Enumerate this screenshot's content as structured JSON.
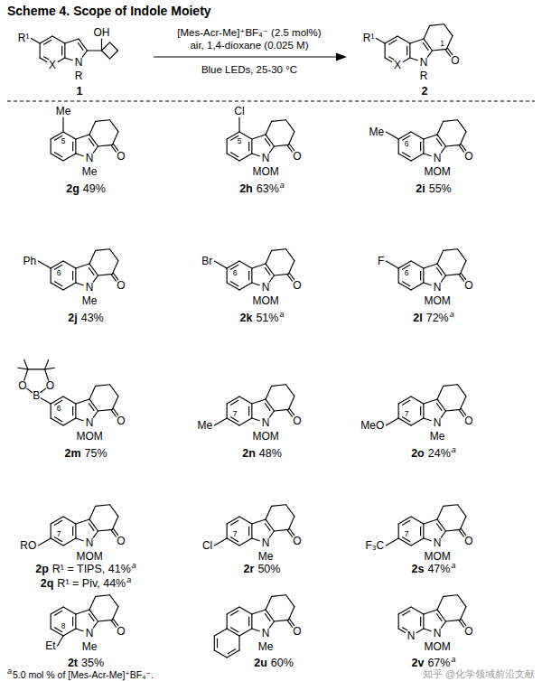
{
  "diagram": {
    "title": "Scheme 4. Scope of Indole Moiety",
    "labels": [
      "R¹",
      "X",
      "N",
      "R",
      "OH",
      "1",
      "[Mes-Acr-Me]⁺BF₄⁻ (2.5 mol%)",
      "air, 1,4-dioxane (0.025 M)",
      "Blue LEDs, 25-30 °C",
      "R¹",
      "X",
      "1",
      "N",
      "R",
      "O",
      "2",
      "5",
      "Me",
      "N",
      "Me",
      "O",
      "2g",
      "49%",
      "5",
      "Cl",
      "N",
      "MOM",
      "O",
      "2h",
      "63%",
      "a",
      "6",
      "Me",
      "N",
      "MOM",
      "O",
      "2i",
      "55%",
      "6",
      "Ph",
      "N",
      "Me",
      "O",
      "2j",
      "43%",
      "6",
      "Br",
      "N",
      "MOM",
      "O",
      "2k",
      "51%",
      "a",
      "6",
      "F",
      "N",
      "MOM",
      "O",
      "2l",
      "72%",
      "a",
      "6",
      "O",
      "B",
      "O",
      "N",
      "MOM",
      "O",
      "2m",
      "75%",
      "7",
      "Me",
      "N",
      "MOM",
      "O",
      "2n",
      "48%",
      "7",
      "MeO",
      "N",
      "Me",
      "O",
      "2o",
      "24%",
      "a",
      "7",
      "RO",
      "N",
      "MOM",
      "O",
      "2p",
      "R¹ = TIPS, 41%",
      "a",
      "2q",
      "R¹ = Piv, 44%",
      "a",
      "7",
      "Cl",
      "N",
      "Me",
      "O",
      "2r",
      "50%",
      "7",
      "F₃C",
      "N",
      "MOM",
      "O",
      "2s",
      "47%",
      "a",
      "8",
      "Et",
      "N",
      "Me",
      "O",
      "2t",
      "35%",
      "N",
      "Me",
      "O",
      "2u",
      "60%",
      "N",
      "N",
      "MOM",
      "O",
      "2v",
      "67%",
      "a",
      "a",
      "5.0 mol % of [Mes-Acr-Me]⁺BF₄⁻.",
      "知乎 @化学领域前沿文献"
    ]
  }
}
